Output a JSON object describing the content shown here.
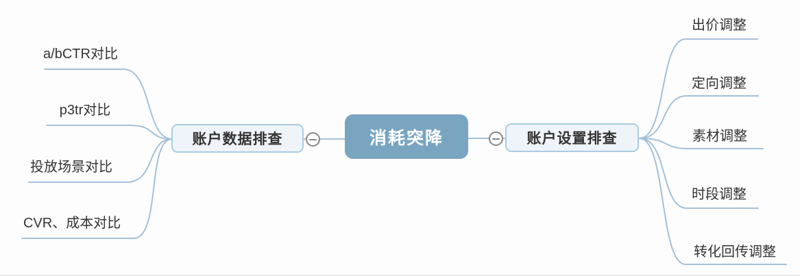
{
  "colors": {
    "root_fill": "#79a5c1",
    "root_text": "#ffffff",
    "branch_fill": "#eef4f9",
    "branch_border": "#a9cce3",
    "branch_text": "#333333",
    "leaf_text": "#333333",
    "line": "#a3c0d9",
    "collapse": "#868686"
  },
  "root": {
    "label": "消耗突降"
  },
  "branches": [
    {
      "side": "left",
      "label": "账户数据排查",
      "collapse_icon": "minus-circle-icon",
      "children": [
        {
          "label": "a/bCTR对比"
        },
        {
          "label": "p3tr对比"
        },
        {
          "label": "投放场景对比"
        },
        {
          "label": "CVR、成本对比"
        }
      ]
    },
    {
      "side": "right",
      "label": "账户设置排查",
      "collapse_icon": "minus-circle-icon",
      "children": [
        {
          "label": "出价调整"
        },
        {
          "label": "定向调整"
        },
        {
          "label": "素材调整"
        },
        {
          "label": "时段调整"
        },
        {
          "label": "转化回传调整"
        }
      ]
    }
  ]
}
